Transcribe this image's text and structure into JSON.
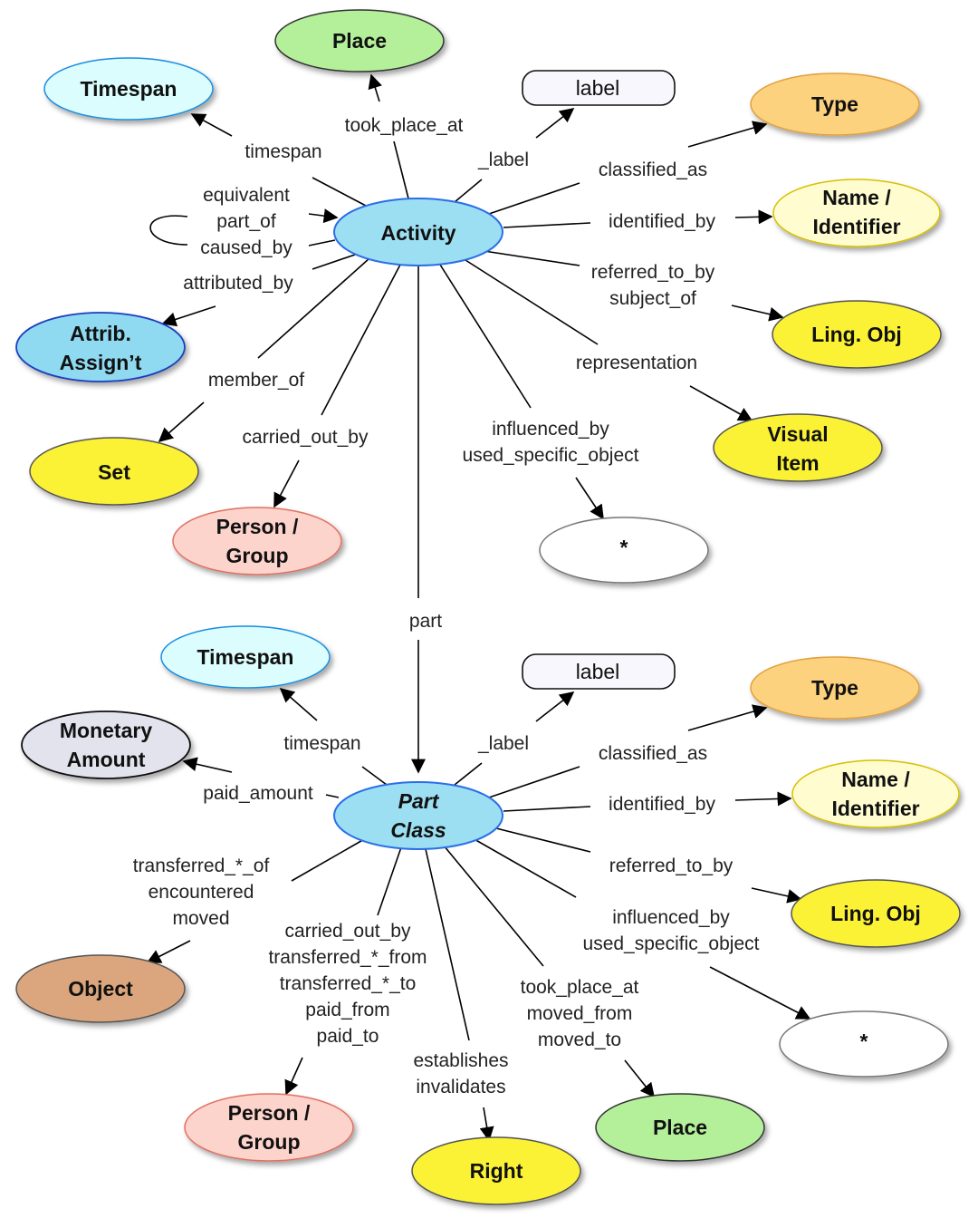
{
  "colors": {
    "activity": "#9ddff2",
    "place": "#b4f09a",
    "timespan": "#dcfdfd",
    "type": "#fdd27e",
    "name": "#fffdd0",
    "lingobj": "#fbf235",
    "visual": "#fbf235",
    "set": "#fbf235",
    "attrib": "#8fdaf1",
    "person": "#fdd4cc",
    "star": "#ffffff",
    "label": "#f7f7fd",
    "monetary": "#e3e3ee",
    "object": "#dba67d",
    "right": "#fbf235"
  },
  "nodes": {
    "activity": "Activity",
    "place_top": "Place",
    "timespan_top": "Timespan",
    "label_top": "label",
    "type_top": "Type",
    "name_top": [
      "Name /",
      "Identifier"
    ],
    "lingobj_top": "Ling. Obj",
    "visual_top": [
      "Visual",
      "Item"
    ],
    "star_top": "*",
    "person_top": [
      "Person /",
      "Group"
    ],
    "set_top": "Set",
    "attrib_top": [
      "Attrib.",
      "Assign’t"
    ],
    "part": [
      "Part",
      "Class"
    ],
    "timespan_bot": "Timespan",
    "label_bot": "label",
    "type_bot": "Type",
    "name_bot": [
      "Name /",
      "Identifier"
    ],
    "lingobj_bot": "Ling. Obj",
    "star_bot": "*",
    "place_bot": "Place",
    "right_bot": "Right",
    "person_bot": [
      "Person /",
      "Group"
    ],
    "object_bot": "Object",
    "monetary_bot": [
      "Monetary",
      "Amount"
    ]
  },
  "edges_top": {
    "took_place_at": "took_place_at",
    "timespan": "timespan",
    "label": "_label",
    "classified_as": "classified_as",
    "identified_by": "identified_by",
    "self_loop": [
      "equivalent",
      "part_of",
      "caused_by"
    ],
    "attributed_by": "attributed_by",
    "referred_to_by": [
      "referred_to_by",
      "subject_of"
    ],
    "representation": "representation",
    "member_of": "member_of",
    "carried_out_by": "carried_out_by",
    "influenced_by": [
      "influenced_by",
      "used_specific_object"
    ],
    "part": "part"
  },
  "edges_bot": {
    "timespan": "timespan",
    "label": "_label",
    "classified_as": "classified_as",
    "identified_by": "identified_by",
    "paid_amount": "paid_amount",
    "referred_to_by": "referred_to_by",
    "influenced_by": [
      "influenced_by",
      "used_specific_object"
    ],
    "transferred_of": [
      "transferred_*_of",
      "encountered",
      "moved"
    ],
    "carried_out_by": [
      "carried_out_by",
      "transferred_*_from",
      "transferred_*_to",
      "paid_from",
      "paid_to"
    ],
    "establishes": [
      "establishes",
      "invalidates"
    ],
    "took_place_at": [
      "took_place_at",
      "moved_from",
      "moved_to"
    ]
  }
}
